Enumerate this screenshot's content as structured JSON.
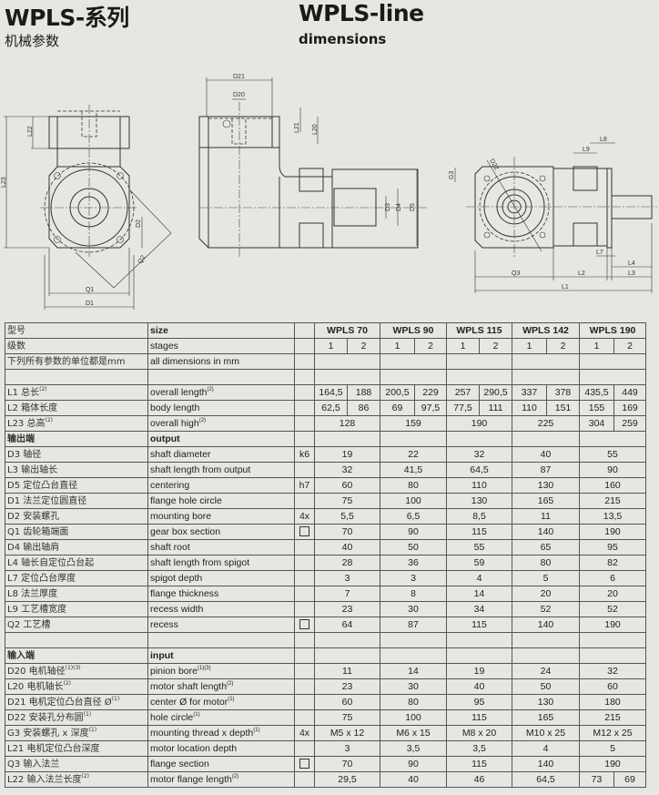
{
  "header": {
    "title_cn": "WPLS-系列",
    "subtitle_cn": "机械参数",
    "title_en": "WPLS-line",
    "subtitle_en": "dimensions"
  },
  "drawing_labels": {
    "front": {
      "L23": "L23",
      "L22": "L22",
      "D2": "D2",
      "Q2": "Q2",
      "Q1": "Q1",
      "D1": "D1"
    },
    "side": {
      "D21": "D21",
      "D20": "D20",
      "L21": "L21",
      "L20": "L20",
      "D3": "D3",
      "D4": "D4",
      "D5": "D5"
    },
    "rear": {
      "G3": "G3",
      "D22": "D22",
      "L8": "L8",
      "L9": "L9",
      "L7": "L7",
      "L4": "L4",
      "Q3": "Q3",
      "L2": "L2",
      "L3": "L3",
      "L1": "L1"
    }
  },
  "table": {
    "header": {
      "cn": "型号",
      "en": "size",
      "models": [
        "WPLS 70",
        "WPLS 90",
        "WPLS 115",
        "WPLS 142",
        "WPLS 190"
      ]
    },
    "stages": {
      "cn": "级数",
      "en": "stages",
      "values": [
        "1",
        "2",
        "1",
        "2",
        "1",
        "2",
        "1",
        "2",
        "1",
        "2"
      ]
    },
    "rows": [
      {
        "cn": "下列所有参数的单位都是mm",
        "en": "all dimensions in mm",
        "tol": "",
        "values": null
      },
      {
        "cn": "",
        "en": "",
        "tol": "",
        "values": null
      },
      {
        "cn": "L1 总长",
        "cn_sup": "(2)",
        "en": "overall length",
        "en_sup": "(2)",
        "tol": "",
        "values": [
          [
            "164,5",
            "188"
          ],
          [
            "200,5",
            "229"
          ],
          [
            "257",
            "290,5"
          ],
          [
            "337",
            "378"
          ],
          [
            "435,5",
            "449"
          ]
        ]
      },
      {
        "cn": "L2 箱体长度",
        "en": "body length",
        "tol": "",
        "values": [
          [
            "62,5",
            "86"
          ],
          [
            "69",
            "97,5"
          ],
          [
            "77,5",
            "111"
          ],
          [
            "110",
            "151"
          ],
          [
            "155",
            "169"
          ]
        ]
      },
      {
        "cn": "L23 总高",
        "cn_sup": "(2)",
        "en": "overall high",
        "en_sup": "(2)",
        "tol": "",
        "values": [
          "128",
          "159",
          "190",
          "225",
          [
            "304",
            "259"
          ]
        ]
      },
      {
        "cn": "输出端",
        "en": "output",
        "section": true,
        "tol": "",
        "values": null
      },
      {
        "cn": "D3 轴径",
        "en": "shaft diameter",
        "tol": "k6",
        "values": [
          "19",
          "22",
          "32",
          "40",
          "55"
        ]
      },
      {
        "cn": "L3 输出轴长",
        "en": "shaft length from output",
        "tol": "",
        "values": [
          "32",
          "41,5",
          "64,5",
          "87",
          "90"
        ]
      },
      {
        "cn": "D5 定位凸台直径",
        "en": "centering",
        "tol": "h7",
        "values": [
          "60",
          "80",
          "110",
          "130",
          "160"
        ]
      },
      {
        "cn": "D1 法兰定位圆直径",
        "en": "flange hole circle",
        "tol": "",
        "values": [
          "75",
          "100",
          "130",
          "165",
          "215"
        ]
      },
      {
        "cn": "D2 安装螺孔",
        "en": "mounting bore",
        "tol": "4x",
        "values": [
          "5,5",
          "6,5",
          "8,5",
          "11",
          "13,5"
        ]
      },
      {
        "cn": "Q1 齿轮箱端面",
        "en": "gear box section",
        "tol": "square",
        "values": [
          "70",
          "90",
          "115",
          "140",
          "190"
        ]
      },
      {
        "cn": "D4 输出轴肩",
        "en": "shaft root",
        "tol": "",
        "values": [
          "40",
          "50",
          "55",
          "65",
          "95"
        ]
      },
      {
        "cn": "L4 轴长自定位凸台起",
        "en": "shaft length from spigot",
        "tol": "",
        "values": [
          "28",
          "36",
          "59",
          "80",
          "82"
        ]
      },
      {
        "cn": "L7 定位凸台厚度",
        "en": "spigot depth",
        "tol": "",
        "values": [
          "3",
          "3",
          "4",
          "5",
          "6"
        ]
      },
      {
        "cn": "L8 法兰厚度",
        "en": "flange thickness",
        "tol": "",
        "values": [
          "7",
          "8",
          "14",
          "20",
          "20"
        ]
      },
      {
        "cn": "L9 工艺槽宽度",
        "en": "recess width",
        "tol": "",
        "values": [
          "23",
          "30",
          "34",
          "52",
          "52"
        ]
      },
      {
        "cn": "Q2 工艺槽",
        "en": "recess",
        "tol": "square",
        "values": [
          "64",
          "87",
          "115",
          "140",
          "190"
        ]
      },
      {
        "cn": "",
        "en": "",
        "tol": "",
        "values": null
      },
      {
        "cn": "输入端",
        "en": "input",
        "section": true,
        "tol": "",
        "values": null
      },
      {
        "cn": "D20 电机轴径",
        "cn_sup": "(1)(3)",
        "en": "pinion bore",
        "en_sup": "(1)(3)",
        "tol": "",
        "values": [
          "11",
          "14",
          "19",
          "24",
          "32"
        ]
      },
      {
        "cn": "L20 电机轴长",
        "cn_sup": "(2)",
        "en": "motor shaft length",
        "en_sup": "(2)",
        "tol": "",
        "values": [
          "23",
          "30",
          "40",
          "50",
          "60"
        ]
      },
      {
        "cn": "D21 电机定位凸台直径 Ø",
        "cn_sup": "(1)",
        "en": "center Ø for motor",
        "en_sup": "(1)",
        "tol": "",
        "values": [
          "60",
          "80",
          "95",
          "130",
          "180"
        ]
      },
      {
        "cn": "D22 安装孔分布圆",
        "cn_sup": "(1)",
        "en": "hole circle",
        "en_sup": "(1)",
        "tol": "",
        "values": [
          "75",
          "100",
          "115",
          "165",
          "215"
        ]
      },
      {
        "cn": "G3 安装螺孔 x 深度",
        "cn_sup": "(1)",
        "en": "mounting thread x depth",
        "en_sup": "(1)",
        "tol": "4x",
        "values": [
          "M5 x 12",
          "M6 x 15",
          "M8 x 20",
          "M10 x 25",
          "M12 x 25"
        ]
      },
      {
        "cn": "L21 电机定位凸台深度",
        "en": "motor location depth",
        "tol": "",
        "values": [
          "3",
          "3,5",
          "3,5",
          "4",
          "5"
        ]
      },
      {
        "cn": "Q3 输入法兰",
        "en": "flange section",
        "tol": "square",
        "values": [
          "70",
          "90",
          "115",
          "140",
          "190"
        ]
      },
      {
        "cn": "L22 输入法兰长度",
        "cn_sup": "(2)",
        "en": "motor flange length",
        "en_sup": "(2)",
        "tol": "",
        "values": [
          "29,5",
          "40",
          "46",
          "64,5",
          [
            "73",
            "69"
          ]
        ]
      }
    ]
  }
}
